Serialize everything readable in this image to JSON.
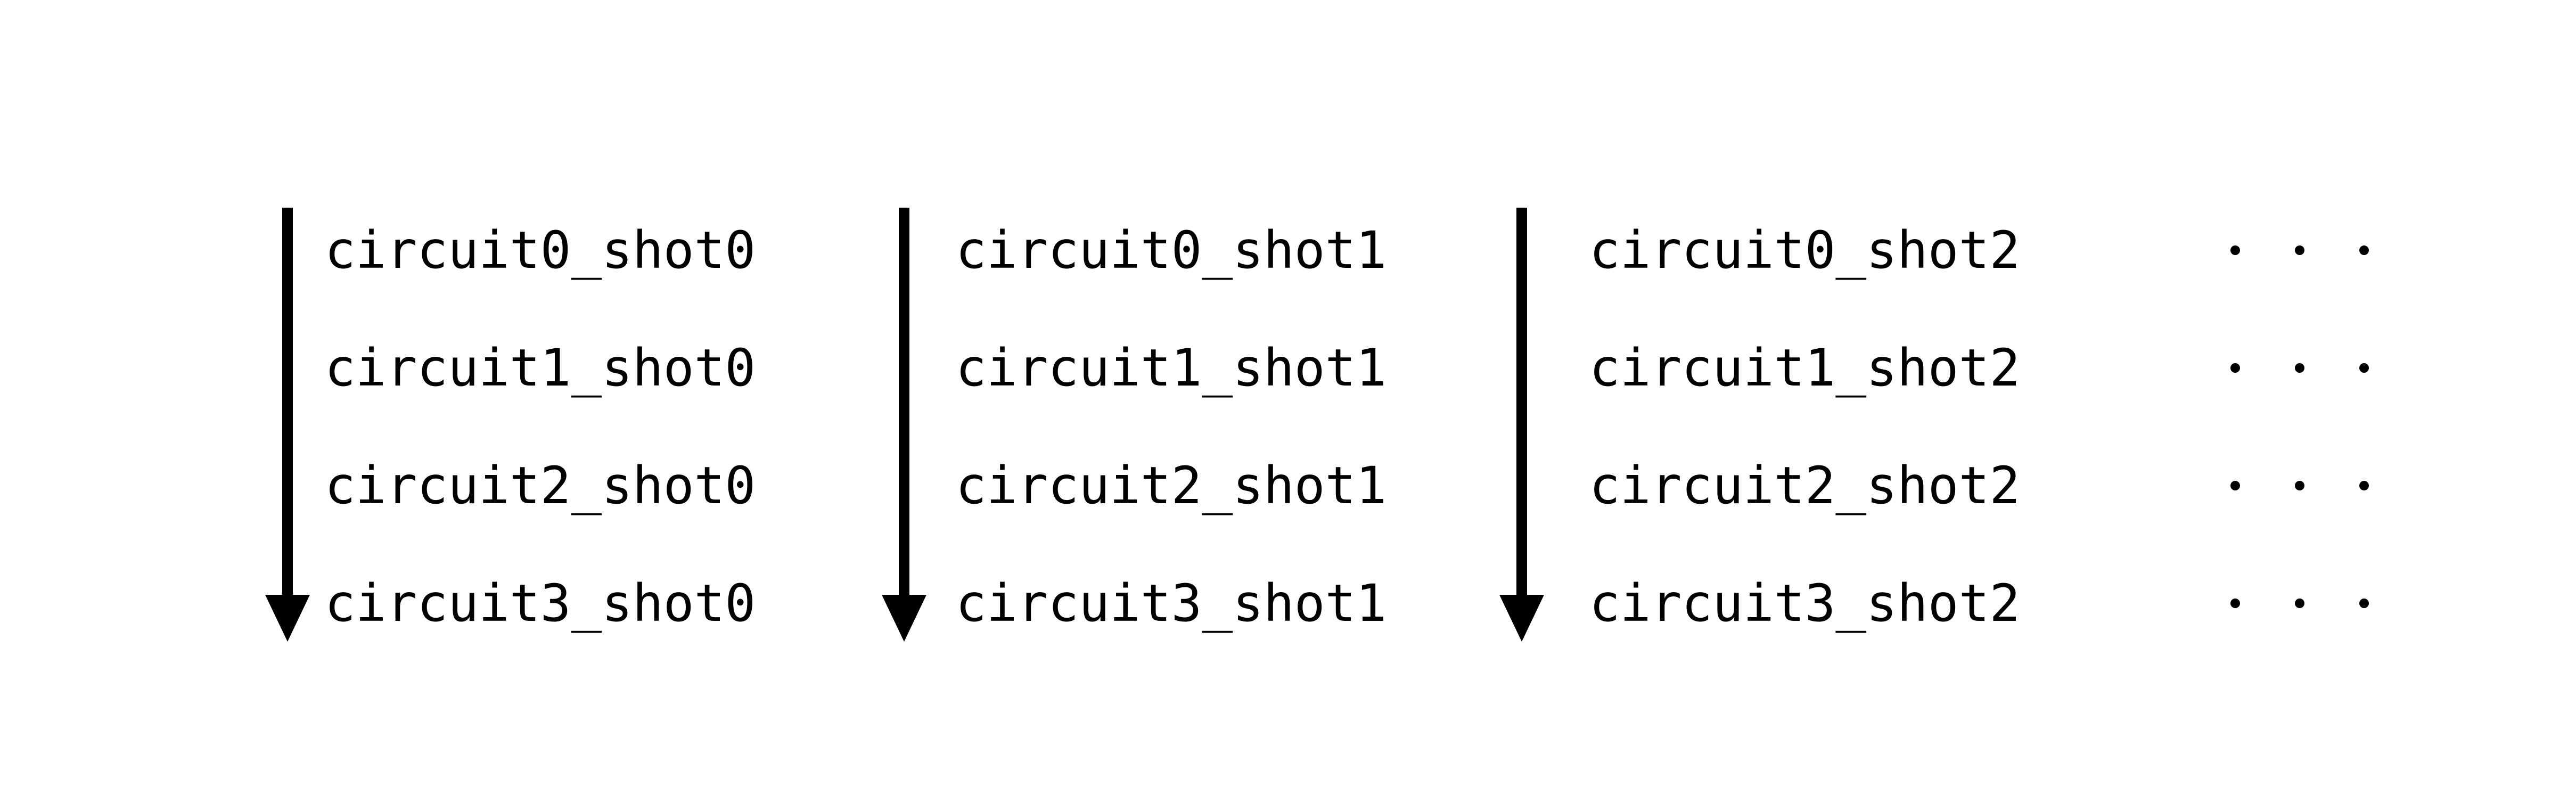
{
  "colors": {
    "ink": "#000000",
    "background": "#ffffff"
  },
  "icons": {
    "arrow": "down-arrow-icon",
    "ellipsis_dot": "dot-icon"
  },
  "columns": [
    {
      "labels": [
        "circuit0_shot0",
        "circuit1_shot0",
        "circuit2_shot0",
        "circuit3_shot0"
      ]
    },
    {
      "labels": [
        "circuit0_shot1",
        "circuit1_shot1",
        "circuit2_shot1",
        "circuit3_shot1"
      ]
    },
    {
      "labels": [
        "circuit0_shot2",
        "circuit1_shot2",
        "circuit2_shot2",
        "circuit3_shot2"
      ]
    }
  ],
  "ellipsis": {
    "rows": 4,
    "dots_per_row": 3
  }
}
